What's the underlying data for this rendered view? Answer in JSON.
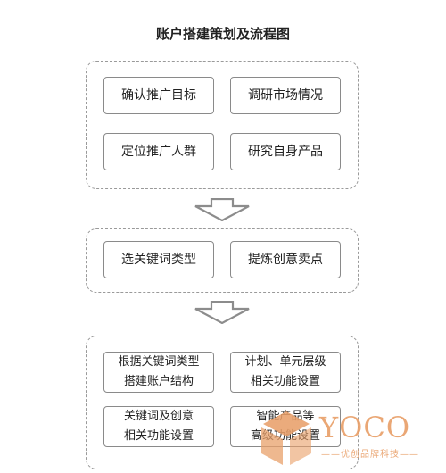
{
  "title": "账户搭建策划及流程图",
  "groups": [
    {
      "boxes": [
        [
          "确认推广目标"
        ],
        [
          "调研市场情况"
        ],
        [
          "定位推广人群"
        ],
        [
          "研究自身产品"
        ]
      ]
    },
    {
      "boxes": [
        [
          "选关键词类型"
        ],
        [
          "提炼创意卖点"
        ]
      ]
    },
    {
      "boxes": [
        [
          "根据关键词类型",
          "搭建账户结构"
        ],
        [
          "计划、单元层级",
          "相关功能设置"
        ],
        [
          "关键词及创意",
          "相关功能设置"
        ],
        [
          "智能产品等",
          "高级功能设置"
        ]
      ]
    }
  ],
  "watermark": {
    "brand": "YOCO",
    "tagline": "——优创品牌科技——"
  },
  "colors": {
    "border": "#8a8a8a",
    "dashed": "#9a9a9a",
    "arrow": "#8c8c8c",
    "watermark": "#e9a06a"
  }
}
